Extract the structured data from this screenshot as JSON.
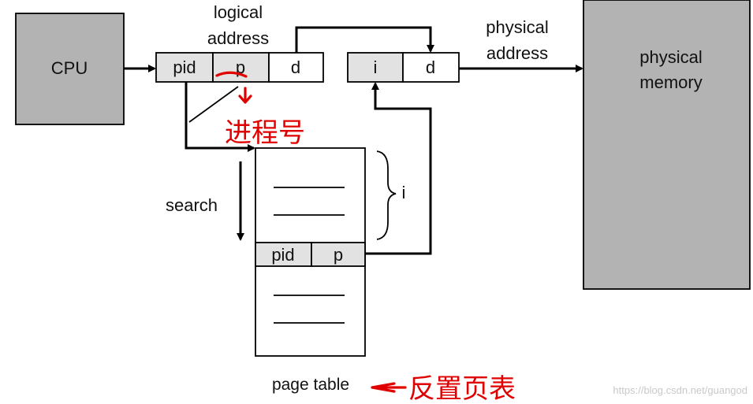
{
  "cpu": {
    "label": "CPU"
  },
  "logical_address": {
    "title_line1": "logical",
    "title_line2": "address",
    "fields": [
      "pid",
      "p",
      "d"
    ]
  },
  "physical_address": {
    "title_line1": "physical",
    "title_line2": "address",
    "fields": [
      "i",
      "d"
    ]
  },
  "physical_memory": {
    "label_line1": "physical",
    "label_line2": "memory"
  },
  "page_table": {
    "caption": "page table",
    "entry_fields": [
      "pid",
      "p"
    ],
    "index_label": "i",
    "search_label": "search"
  },
  "annotations": {
    "handwritten_top": "进程号",
    "handwritten_bottom": "反置页表"
  },
  "watermark": "https://blog.csdn.net/guangod",
  "colors": {
    "box_fill": "#b3b3b3",
    "field_fill_gray": "#e2e2e2",
    "field_fill_white": "#ffffff",
    "ink": "#000000",
    "annotation_red": "#e00000"
  }
}
